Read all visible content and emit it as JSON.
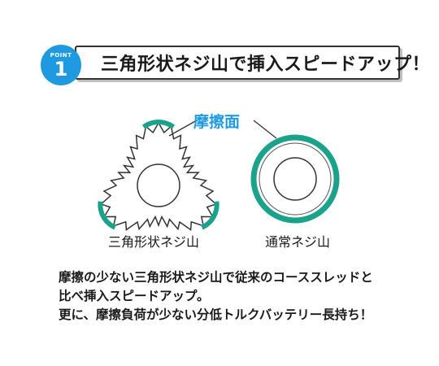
{
  "badge": {
    "word": "POINT",
    "number": "1"
  },
  "banner": {
    "title": "三角形状ネジ山で挿入スピードアップ！"
  },
  "diagram": {
    "friction_label": "摩擦面",
    "left_label": "三角形状ネジ山",
    "right_label": "通常ネジ山",
    "accent_color": "#1aa38a",
    "label_color": "#1f9ae0"
  },
  "caption": {
    "line1": "摩擦の少ない三角形状ネジ山で従来のコーススレッドと",
    "line2": "比べ挿入スピードアップ。",
    "line3": "更に、摩擦負荷が少ない分低トルクバッテリー長持ち！"
  }
}
